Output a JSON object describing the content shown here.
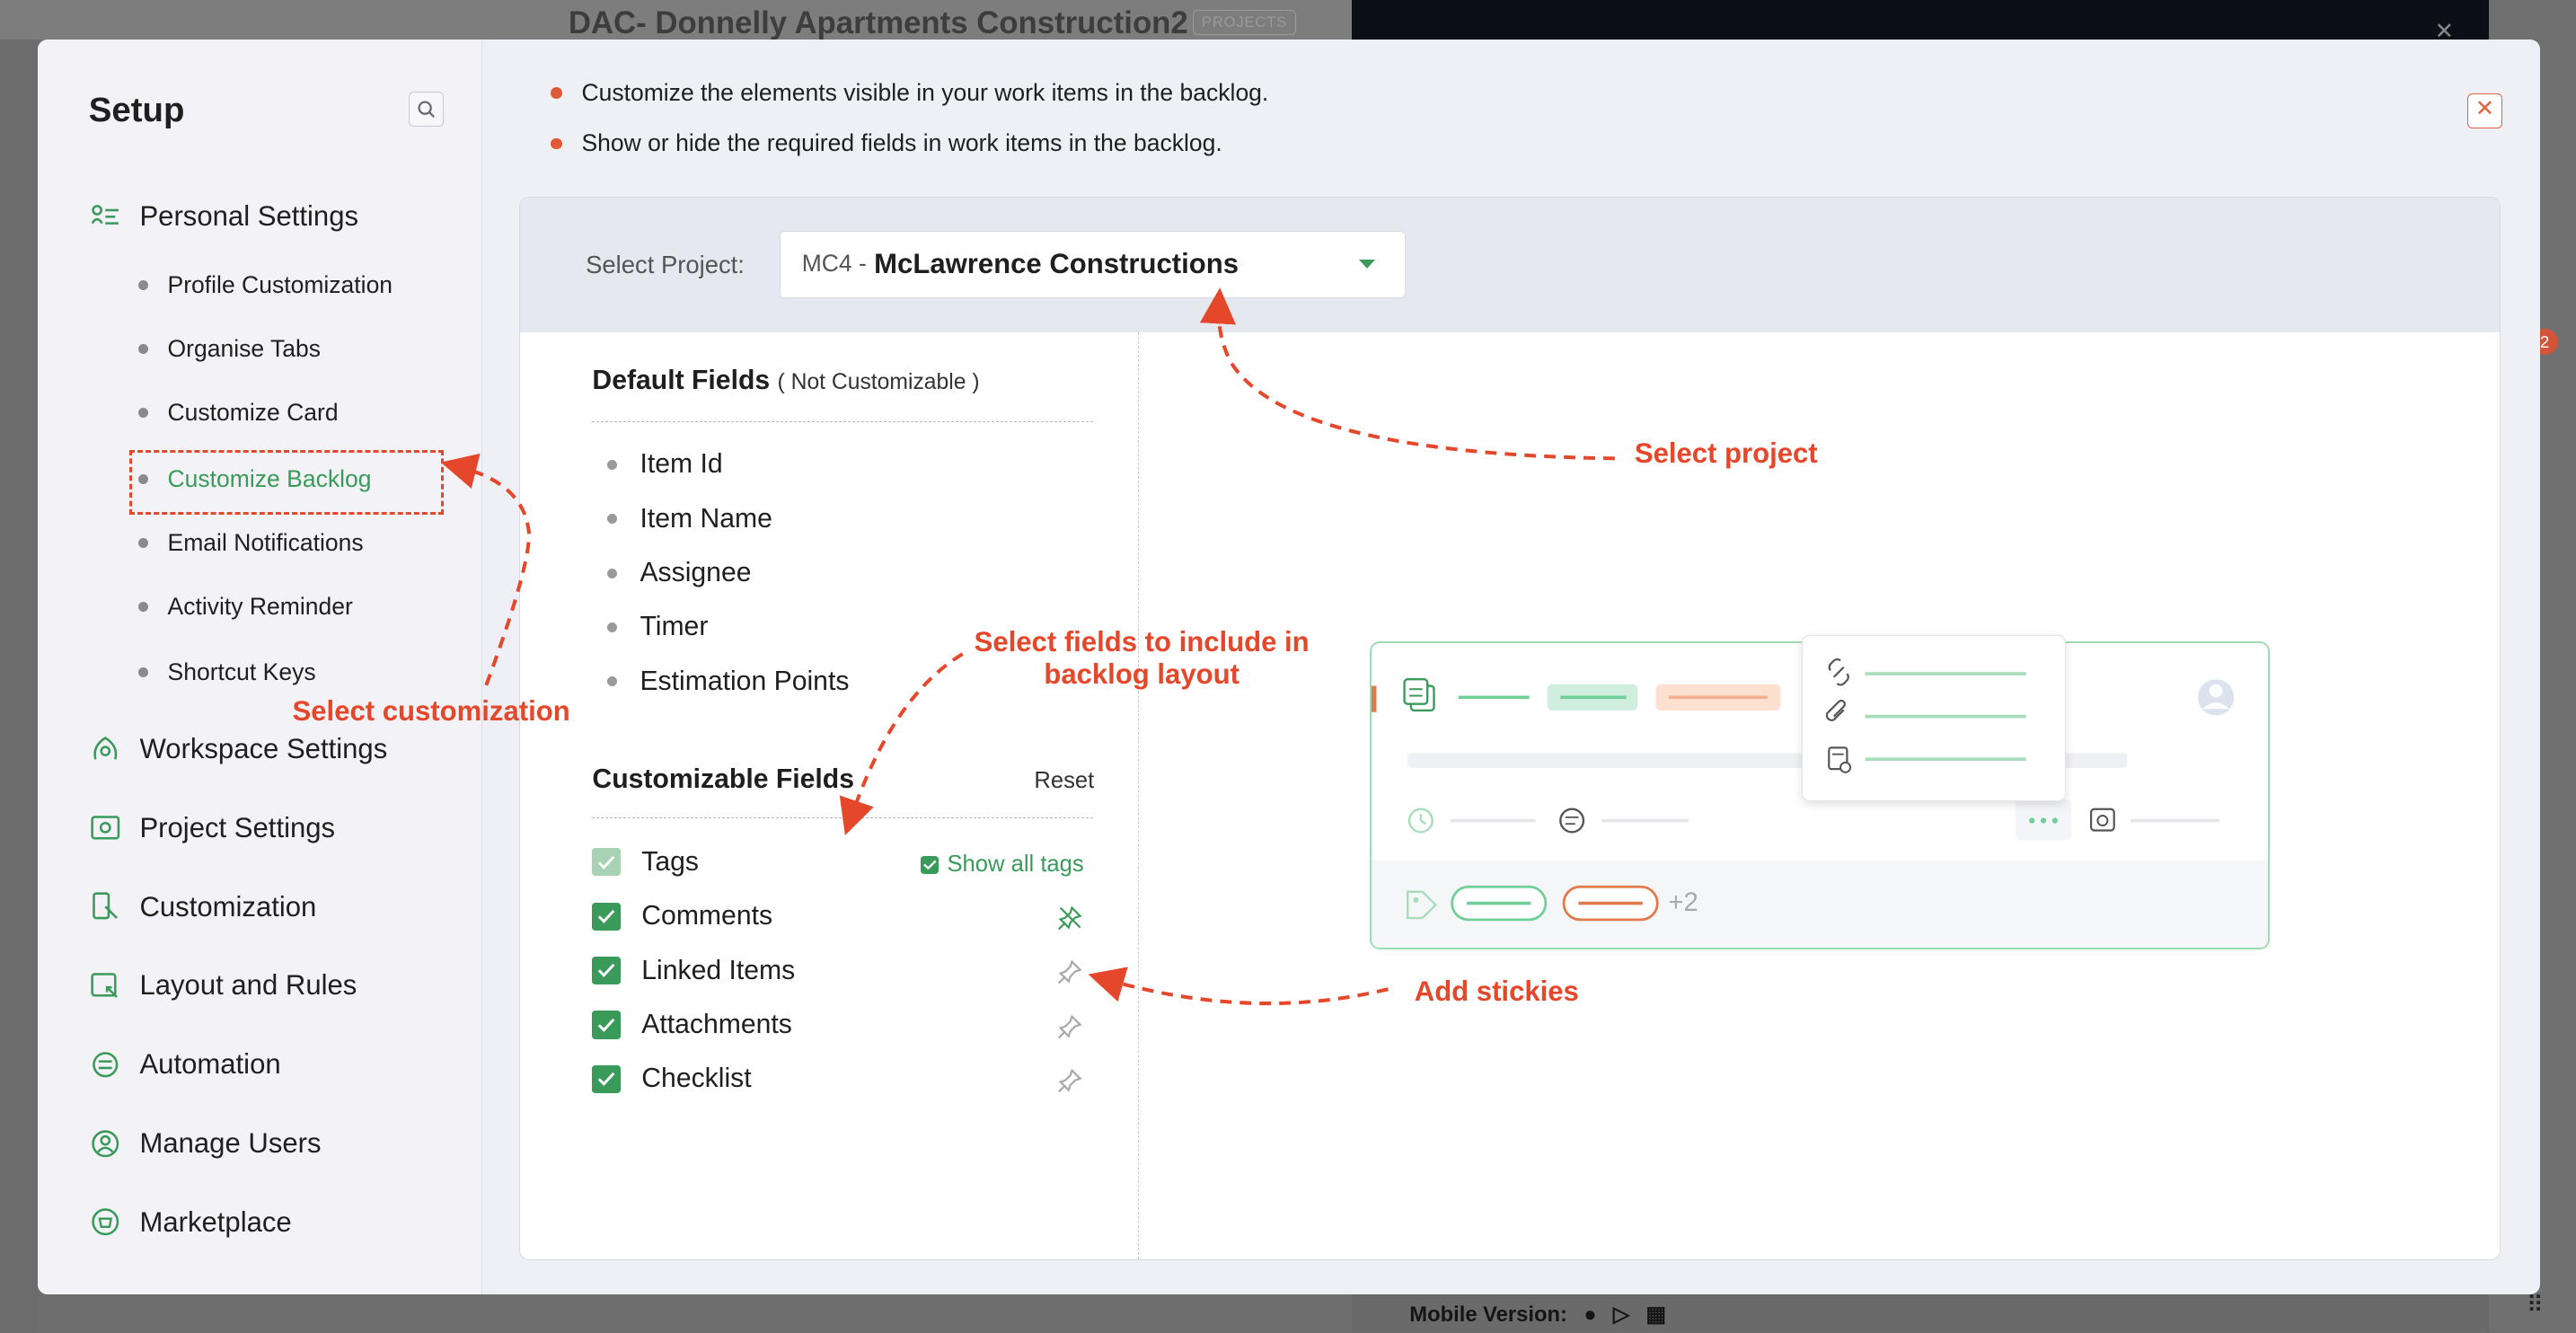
{
  "background": {
    "project_code": "DAC-",
    "project_title": "Donnelly Apartments Construction2",
    "projects_badge": "PROJECTS",
    "mobile_version_label": "Mobile Version:",
    "notification_count": "2"
  },
  "sidebar": {
    "title": "Setup",
    "items": [
      {
        "label": "Personal Settings",
        "icon": "personal-settings-icon"
      },
      {
        "label": "Workspace Settings",
        "icon": "workspace-settings-icon"
      },
      {
        "label": "Project Settings",
        "icon": "project-settings-icon"
      },
      {
        "label": "Customization",
        "icon": "customization-icon"
      },
      {
        "label": "Layout and Rules",
        "icon": "layout-rules-icon"
      },
      {
        "label": "Automation",
        "icon": "automation-icon"
      },
      {
        "label": "Manage Users",
        "icon": "manage-users-icon"
      },
      {
        "label": "Marketplace",
        "icon": "marketplace-icon"
      }
    ],
    "sub_items": [
      "Profile Customization",
      "Organise Tabs",
      "Customize Card",
      "Customize Backlog",
      "Email Notifications",
      "Activity Reminder",
      "Shortcut Keys"
    ],
    "active_sub_item": "Customize Backlog"
  },
  "intro": {
    "bullet_1": "Customize the elements visible in your work items in the backlog.",
    "bullet_2": "Show or hide the required fields in work items in the backlog."
  },
  "project_selector": {
    "label": "Select Project:",
    "code": "MC4 -",
    "name": "McLawrence Constructions"
  },
  "default_fields": {
    "title": "Default Fields",
    "subtitle": "( Not Customizable )",
    "items": [
      "Item Id",
      "Item Name",
      "Assignee",
      "Timer",
      "Estimation Points"
    ]
  },
  "customizable_fields": {
    "title": "Customizable Fields",
    "reset_label": "Reset",
    "show_all_tags_label": "Show all tags",
    "items": [
      "Tags",
      "Comments",
      "Linked Items",
      "Attachments",
      "Checklist"
    ]
  },
  "preview": {
    "extra_tags": "+2"
  },
  "annotations": {
    "select_customization": "Select customization",
    "select_project": "Select project",
    "select_fields_line1": "Select fields to include in",
    "select_fields_line2": "backlog layout",
    "add_stickies": "Add stickies"
  },
  "colors": {
    "accent_green": "#3a9a5a",
    "annotation_red": "#e5472b",
    "bullet_orange": "#e05a38"
  }
}
